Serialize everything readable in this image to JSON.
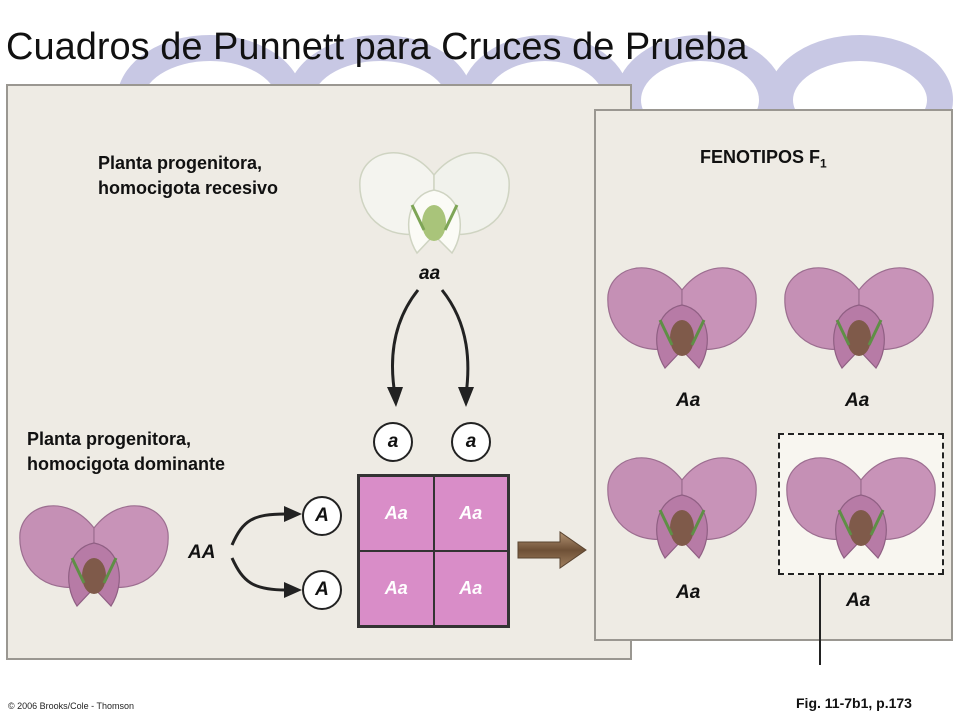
{
  "title": "Cuadros de Punnett para Cruces de Prueba",
  "parents": {
    "recessive_label_line1": "Planta progenitora,",
    "recessive_label_line2": "homocigota recesivo",
    "recessive_genotype": "aa",
    "dominant_label_line1": "Planta progenitora,",
    "dominant_label_line2": "homocigota dominante",
    "dominant_genotype": "AA"
  },
  "gametes": {
    "top": [
      "a",
      "a"
    ],
    "left": [
      "A",
      "A"
    ]
  },
  "punnett": {
    "cells": [
      "Aa",
      "Aa",
      "Aa",
      "Aa"
    ]
  },
  "f1": {
    "heading_prefix": "FENOTIPOS F",
    "heading_subscript": "1",
    "offspring": [
      "Aa",
      "Aa",
      "Aa",
      "Aa"
    ]
  },
  "footer": {
    "copyright": "© 2006 Brooks/Cole - Thomson",
    "figure_ref": "Fig. 11-7b1, p.173"
  },
  "colors": {
    "panel": "#eeebe4",
    "punnett_fill": "#d98dc8",
    "purple_flower": "#c590b5",
    "white_flower": "#f4f4ef",
    "decor_rings": "#c8c8e4"
  }
}
